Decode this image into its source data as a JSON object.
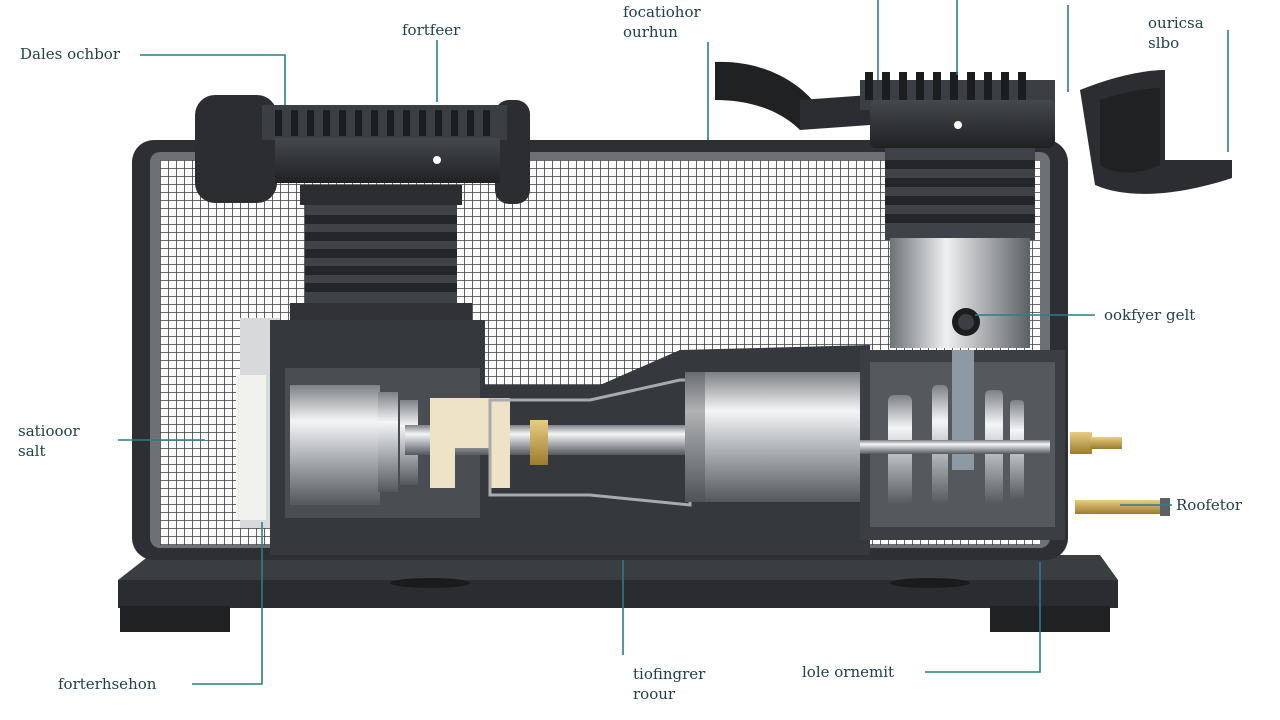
{
  "colors": {
    "leader": "#2a7d89",
    "label_text": "#22404a",
    "metal_dark": "#2b2d30",
    "metal_mid": "#55585c",
    "steel_light": "#e4e6e8",
    "brass": "#c9a24a",
    "mesh": "#3a3c3f"
  },
  "labels": {
    "top_left": "Dales ochbor",
    "top_center_left": "fortfeer",
    "top_center": [
      "focatiohor",
      "ourhun"
    ],
    "top_right": [
      "ouricsa",
      "slbo"
    ],
    "mid_right": "ookfyer gelt",
    "left_mid": [
      "satiooor",
      "salt"
    ],
    "right_low": "Roofetor",
    "bottom_left": "forterhsehon",
    "bottom_center": [
      "tiofingrer",
      "roour"
    ],
    "bottom_right": "lole ornemit"
  },
  "icons": {
    "compressor": "air-compressor-cutaway-illustration"
  }
}
